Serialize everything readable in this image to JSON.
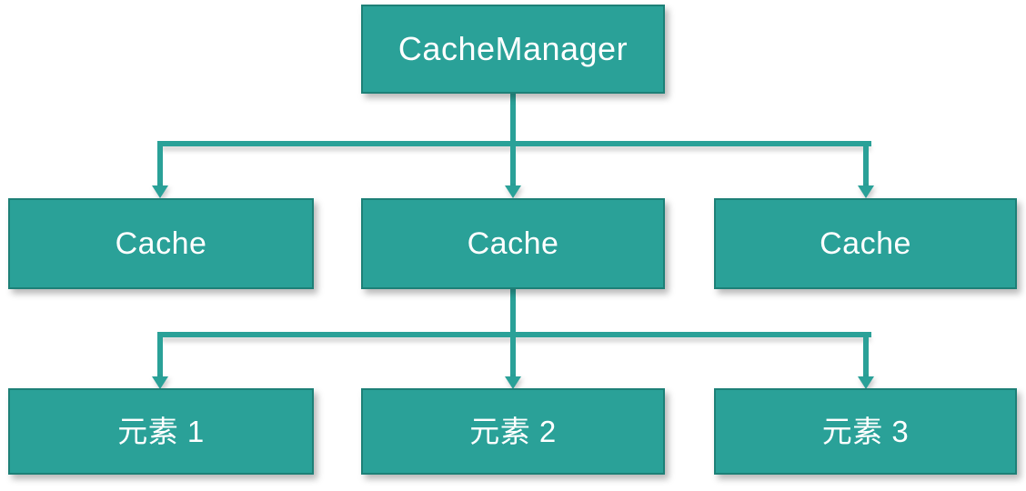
{
  "diagram": {
    "title_node": {
      "label": "CacheManager"
    },
    "cache_row": [
      {
        "label": "Cache"
      },
      {
        "label": "Cache"
      },
      {
        "label": "Cache"
      }
    ],
    "element_row": [
      {
        "label": "元素 1"
      },
      {
        "label": "元素 2"
      },
      {
        "label": "元素 3"
      }
    ],
    "colors": {
      "node_fill": "#2aa198",
      "node_border": "#1d8077",
      "connector": "#2aa198",
      "label_text": "#ffffff",
      "background": "#ffffff"
    }
  }
}
